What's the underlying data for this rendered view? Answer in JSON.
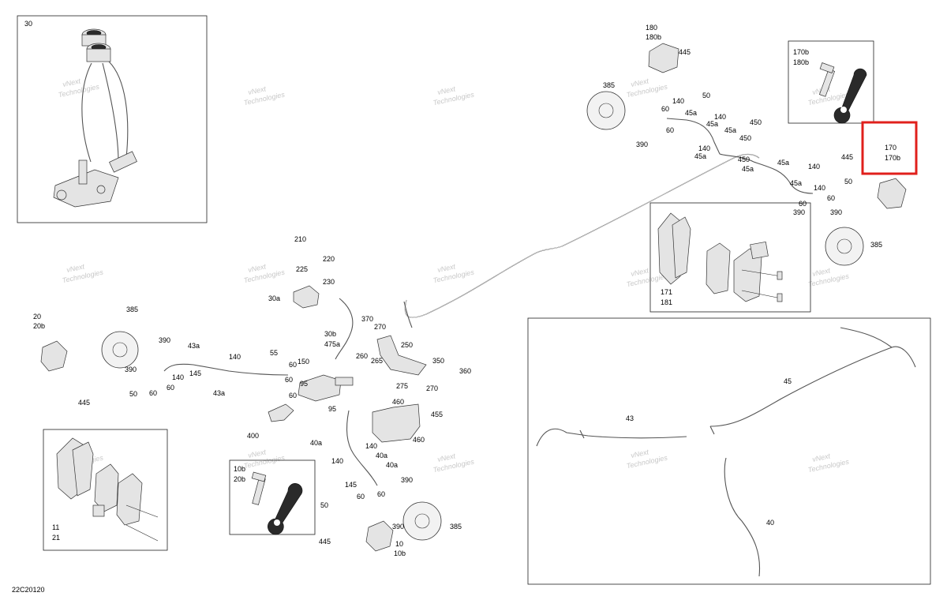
{
  "diagram_code": "22C20120",
  "watermark": {
    "line1": "vNext",
    "line2": "Technologies"
  },
  "highlight": {
    "label_top": "170",
    "label_bottom": "170b"
  },
  "inset_labels": {
    "master_cylinder": "30",
    "bleeder_top": [
      "170b",
      "180b"
    ],
    "front_pads": [
      "171",
      "181"
    ],
    "rear_pads": [
      "11",
      "21"
    ],
    "bleeder_bottom": [
      "10b",
      "20b"
    ]
  },
  "labels": {
    "c180": "180",
    "c180b": "180b",
    "c445_top": "445",
    "c385_top": "385",
    "c50_top": "50",
    "c140_a": "140",
    "c60_a": "60",
    "c45a_a": "45a",
    "c45a_b": "45a",
    "c140_b": "140",
    "c60_b": "60",
    "c45a_c": "45a",
    "c450_a": "450",
    "c450_b": "450",
    "c390_a": "390",
    "c140_c": "140",
    "c45a_d": "45a",
    "c450_c": "450",
    "c45a_e": "45a",
    "c45a_f": "45a",
    "c140_d": "140",
    "c445_r": "445",
    "c45a_g": "45a",
    "c140_e": "140",
    "c50_r": "50",
    "c60_c": "60",
    "c60_d": "60",
    "c390_b": "390",
    "c390_c": "390",
    "c385_r": "385",
    "c210": "210",
    "c220": "220",
    "c225": "225",
    "c230": "230",
    "c30a": "30a",
    "c20": "20",
    "c20b": "20b",
    "c385_l": "385",
    "c390_l1": "390",
    "c43a_a": "43a",
    "c140_l": "140",
    "c390_l2": "390",
    "c140_l2": "140",
    "c145_l": "145",
    "c60_l": "60",
    "c50_l": "50",
    "c60_l2": "60",
    "c43a_b": "43a",
    "c445_l": "445",
    "c55": "55",
    "c150": "150",
    "c60_m1": "60",
    "c60_m2": "60",
    "c95_a": "95",
    "c60_m3": "60",
    "c95_b": "95",
    "c400": "400",
    "c30b": "30b",
    "c475a": "475a",
    "c370": "370",
    "c270_a": "270",
    "c250": "250",
    "c260": "260",
    "c265": "265",
    "c350": "350",
    "c360": "360",
    "c275": "275",
    "c270_b": "270",
    "c460_a": "460",
    "c455": "455",
    "c460_b": "460",
    "c40a_a": "40a",
    "c140_m": "140",
    "c140_m2": "140",
    "c40a_b": "40a",
    "c40a_c": "40a",
    "c145_m": "145",
    "c390_m": "390",
    "c60_m4": "60",
    "c60_m5": "60",
    "c50_m": "50",
    "c390_m2": "390",
    "c385_m": "385",
    "c445_m": "445",
    "c10": "10",
    "c10b": "10b",
    "c45": "45",
    "c43": "43",
    "c40": "40"
  }
}
